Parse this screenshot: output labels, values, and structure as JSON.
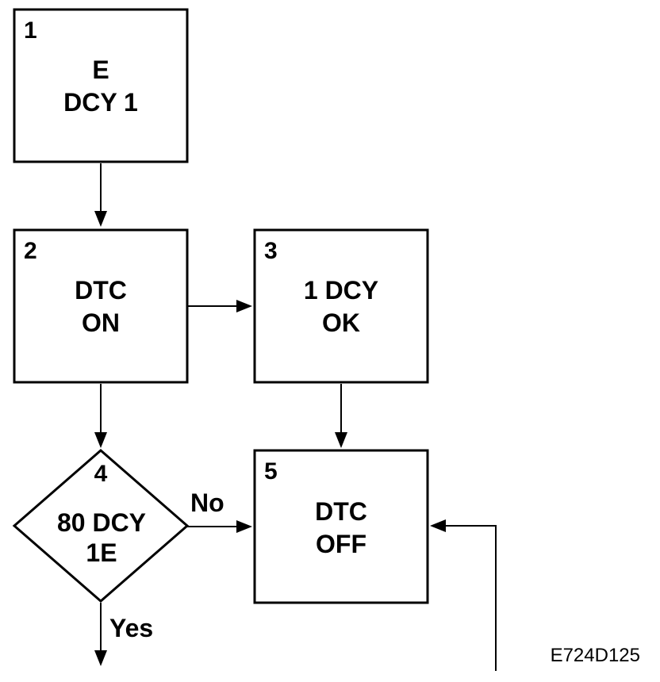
{
  "nodes": {
    "n1": {
      "number": "1",
      "line1": "E",
      "line2": "DCY 1"
    },
    "n2": {
      "number": "2",
      "line1": "DTC",
      "line2": "ON"
    },
    "n3": {
      "number": "3",
      "line1": "1 DCY",
      "line2": "OK"
    },
    "n4": {
      "number": "4",
      "line1": "80 DCY",
      "line2": "1E"
    },
    "n5": {
      "number": "5",
      "line1": "DTC",
      "line2": "OFF"
    }
  },
  "edges": {
    "no_label": "No",
    "yes_label": "Yes"
  },
  "figure_code": "E724D125"
}
